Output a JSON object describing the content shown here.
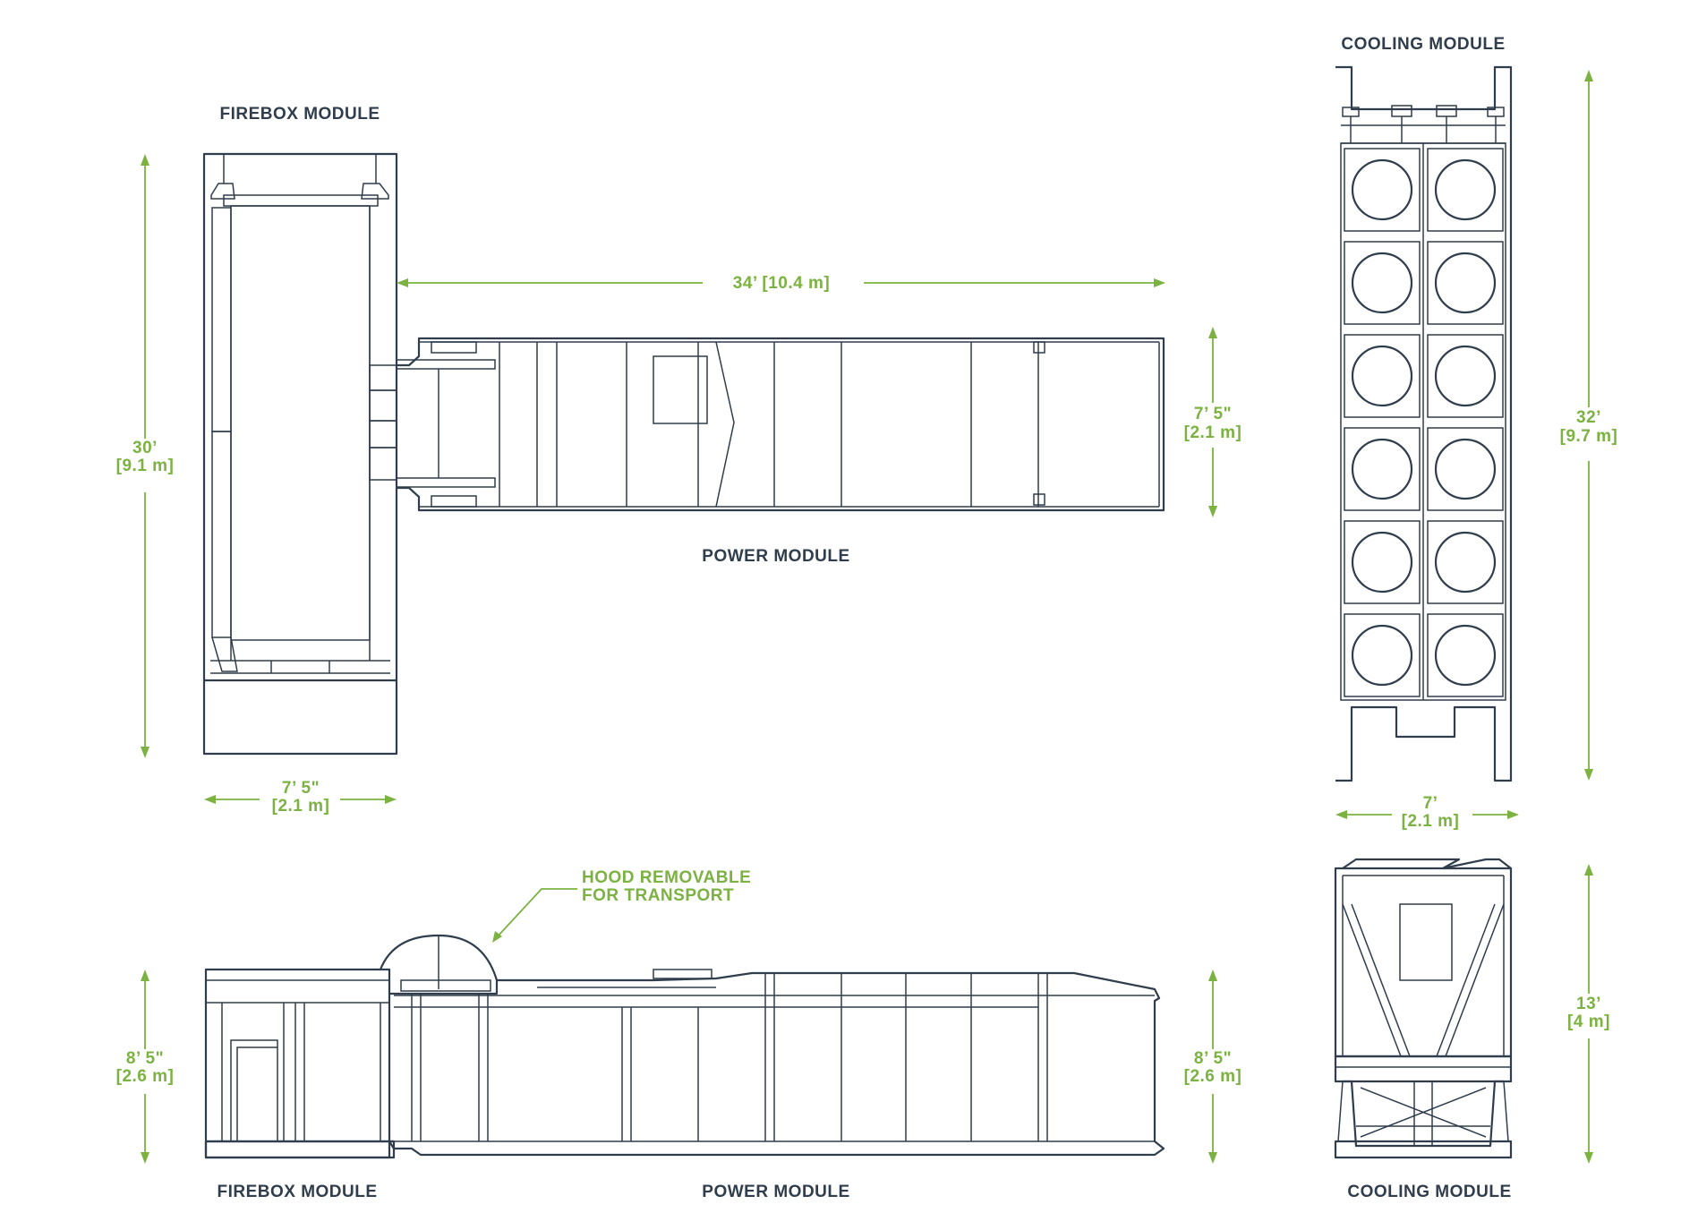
{
  "colors": {
    "line": "#2f3d4c",
    "dimension": "#7bb241",
    "background": "#ffffff"
  },
  "labels": {
    "firebox_top": "FIREBOX MODULE",
    "cooling_top": "COOLING MODULE",
    "power_top": "POWER MODULE",
    "firebox_bottom": "FIREBOX MODULE",
    "power_bottom": "POWER MODULE",
    "cooling_bottom": "COOLING MODULE"
  },
  "annotation": {
    "line1": "HOOD REMOVABLE",
    "line2": "FOR TRANSPORT"
  },
  "dimensions": {
    "firebox_length": {
      "imperial": "30’",
      "metric": "[9.1 m]"
    },
    "firebox_width": {
      "imperial": "7’ 5\"",
      "metric": "[2.1 m]"
    },
    "power_length": {
      "text": "34’ [10.4 m]"
    },
    "power_width": {
      "imperial": "7’ 5\"",
      "metric": "[2.1 m]"
    },
    "cooling_length": {
      "imperial": "32’",
      "metric": "[9.7 m]"
    },
    "cooling_width": {
      "imperial": "7’",
      "metric": "[2.1 m]"
    },
    "firebox_height": {
      "imperial": "8’ 5\"",
      "metric": "[2.6 m]"
    },
    "power_height": {
      "imperial": "8’ 5\"",
      "metric": "[2.6 m]"
    },
    "cooling_height": {
      "imperial": "13’",
      "metric": "[4 m]"
    }
  }
}
